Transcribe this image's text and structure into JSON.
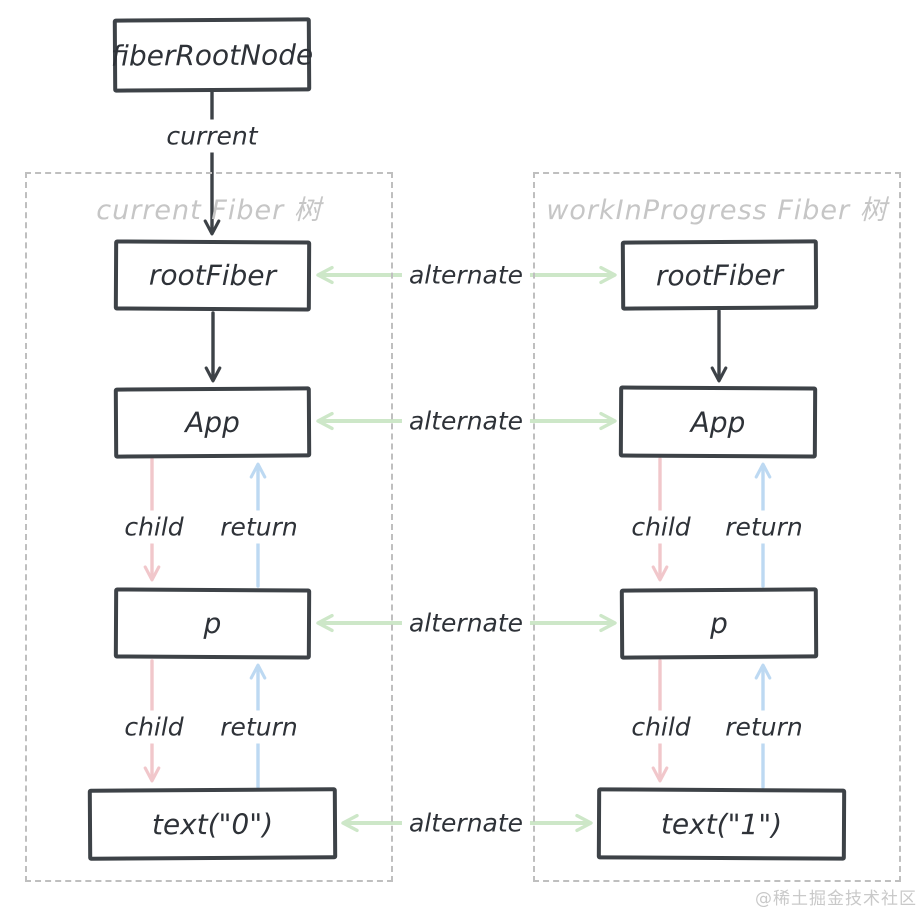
{
  "root_node": {
    "label": "fiberRootNode"
  },
  "edge_labels": {
    "current": "current",
    "alternate": "alternate",
    "child": "child",
    "return": "return"
  },
  "panels": {
    "current": {
      "title": "current Fiber 树",
      "nodes": {
        "rootFiber": "rootFiber",
        "app": "App",
        "p": "p",
        "text": "text(\"0\")"
      }
    },
    "workInProgress": {
      "title": "workInProgress Fiber 树",
      "nodes": {
        "rootFiber": "rootFiber",
        "app": "App",
        "p": "p",
        "text": "text(\"1\")"
      }
    }
  },
  "watermark": "@稀土掘金技术社区",
  "colors": {
    "arrow-dark": "#3d4247",
    "arrow-pink": "#f1c7cb",
    "arrow-blue": "#bdd9f2",
    "arrow-green": "#cde7c8",
    "box-border": "#3d4247",
    "panel-border": "#bfbfbf",
    "panel-title": "#c6c6c6",
    "text-dark": "#2e3238",
    "watermark": "#c9c9c9"
  }
}
